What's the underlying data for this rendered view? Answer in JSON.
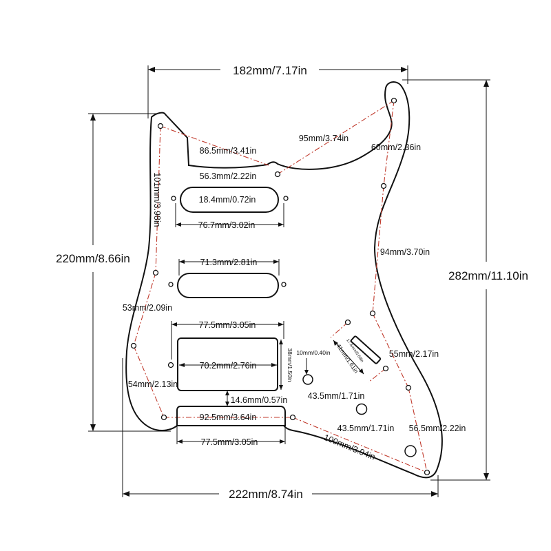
{
  "diagram": {
    "overall": {
      "top_width": "182mm/7.17in",
      "bottom_width": "222mm/8.74in",
      "left_height": "220mm/8.66in",
      "right_height": "282mm/11.10in"
    },
    "labels": {
      "top_left_to_notch": "86.5mm/3.41in",
      "notch_to_top_right": "95mm/3.74in",
      "notch_offset": "56.3mm/2.22in",
      "right_upper": "60mm/2.36in",
      "left_upper": "101mm/3.98in",
      "neck_pickup_height": "18.4mm/0.72in",
      "neck_pickup_width": "76.7mm/3.02in",
      "middle_pickup_width": "71.3mm/2.81in",
      "right_middle": "94mm/3.70in",
      "left_middle": "53mm/2.09in",
      "bridge_outer_width": "77.5mm/3.05in",
      "bridge_inner_width": "70.2mm/2.76in",
      "bridge_height": "38mm/1.50in",
      "jack_offset": "10mm/0.40in",
      "switch_length": "41mm/1.61in",
      "switch_width": "17.6mm/0.69in",
      "right_lower": "55mm/2.17in",
      "left_lower": "54mm/2.13in",
      "bridge_gap": "14.6mm/0.57in",
      "knob_spacing_1": "43.5mm/1.71in",
      "knob_spacing_2": "43.5mm/1.71in",
      "bottom_screw_span": "92.5mm/3.64in",
      "right_bottom": "56.5mm/2.22in",
      "bottom_diagonal": "100mm/3.94in",
      "bottom_pickup_width": "77.5mm/3.05in"
    }
  }
}
